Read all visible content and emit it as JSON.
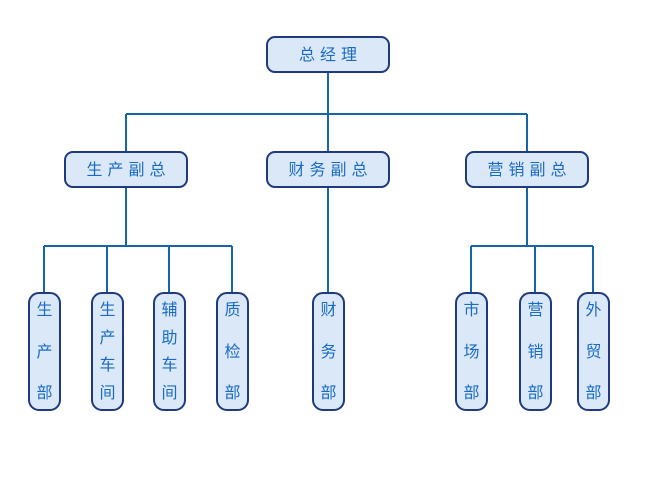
{
  "diagram": {
    "type": "org-chart",
    "colors": {
      "background": "#ffffff",
      "node_fill": "#dbe8f8",
      "node_border": "#1f3a7e",
      "connector": "#1565a8",
      "text": "#1b6bc4"
    },
    "nodes": {
      "root": "总经理",
      "vp_production": "生产副总",
      "vp_finance": "财务副总",
      "vp_marketing": "营销副总",
      "production_dept": "生产部",
      "production_workshop": "生产车间",
      "auxiliary_workshop": "辅助车间",
      "quality_dept": "质检部",
      "finance_dept": "财务部",
      "market_dept": "市场部",
      "marketing_dept": "营销部",
      "foreign_trade_dept": "外贸部"
    },
    "hierarchy": {
      "总经理": [
        "生产副总",
        "财务副总",
        "营销副总"
      ],
      "生产副总": [
        "生产部",
        "生产车间",
        "辅助车间",
        "质检部"
      ],
      "财务副总": [
        "财务部"
      ],
      "营销副总": [
        "市场部",
        "营销部",
        "外贸部"
      ]
    }
  }
}
